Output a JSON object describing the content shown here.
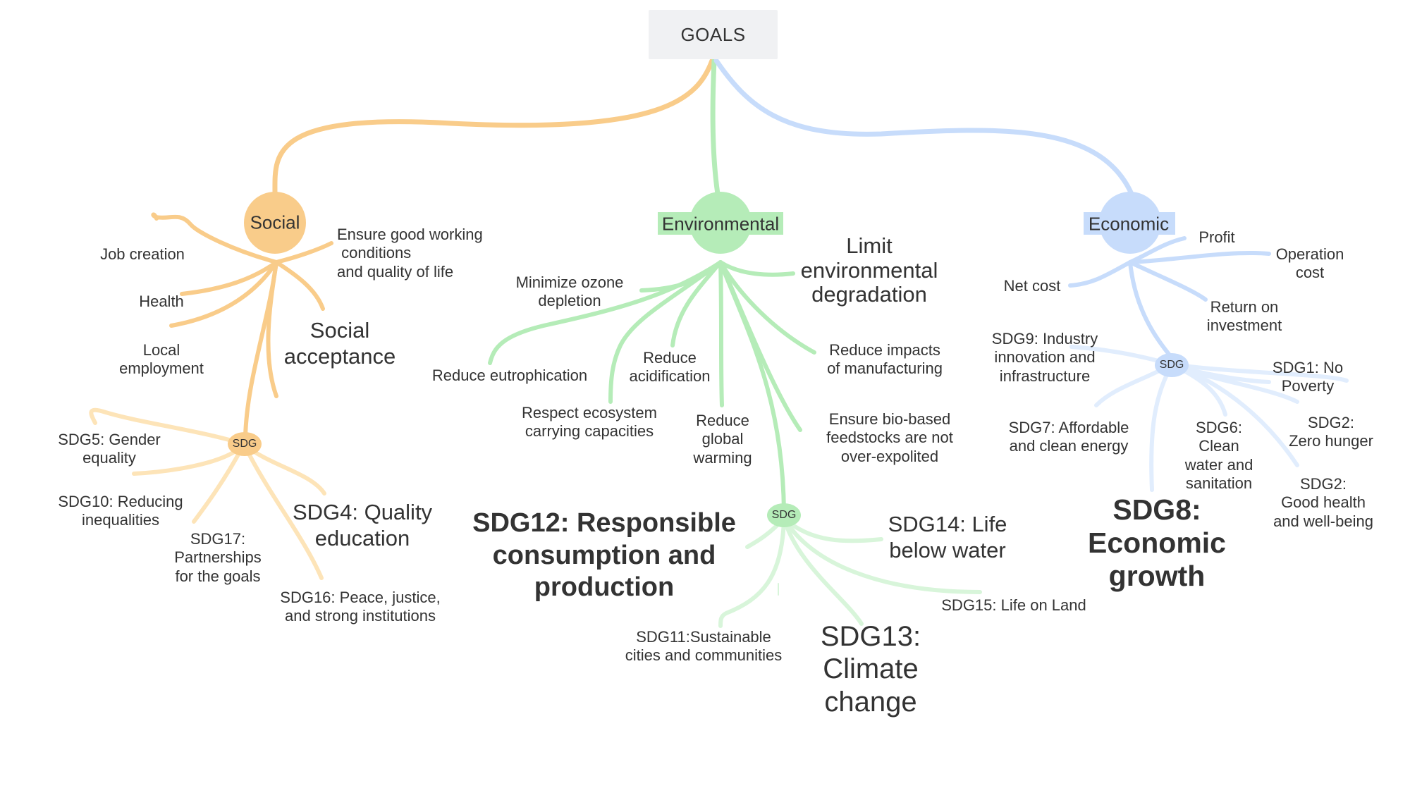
{
  "colors": {
    "social": "#f9cc8a",
    "social_light": "#fcdfae",
    "social_sdg_line": "#fde4b8",
    "environmental": "#b5ecb8",
    "environmental_light": "#d8f5da",
    "economic": "#c7dcfb",
    "economic_light": "#e1edfd",
    "root_box": "#f0f1f3",
    "text": "#333333"
  },
  "root": {
    "label": "GOALS"
  },
  "social": {
    "title": "Social",
    "sdg_node": "SDG",
    "goals": {
      "job_creation": "Job creation",
      "health": "Health",
      "local_employment": "Local\nemployment",
      "working_conditions": "Ensure good working\n conditions\nand quality of life",
      "social_acceptance": "Social\nacceptance"
    },
    "sdgs": {
      "sdg5": "SDG5: Gender\nequality",
      "sdg10": "SDG10: Reducing\ninequalities",
      "sdg17": "SDG17:\nPartnerships\nfor the goals",
      "sdg4": "SDG4: Quality\neducation",
      "sdg16": "SDG16: Peace, justice,\nand strong institutions"
    }
  },
  "environmental": {
    "title": "Environmental",
    "sdg_node": "SDG",
    "goals": {
      "ozone": "Minimize ozone\ndepletion",
      "eutrophication": "Reduce eutrophication",
      "ecosystem": "Respect ecosystem\ncarrying capacities",
      "acidification": "Reduce\nacidification",
      "global_warming": "Reduce\nglobal\nwarming",
      "limit_degradation": "Limit\nenvironmental\ndegradation",
      "manufacturing": "Reduce impacts\nof manufacturing",
      "biobased": "Ensure bio-based\nfeedstocks are not\nover-expolited"
    },
    "sdgs": {
      "sdg12": "SDG12: Responsible\nconsumption and\nproduction",
      "sdg14": "SDG14: Life\nbelow water",
      "sdg15": "SDG15: Life on Land",
      "sdg11": "SDG11:Sustainable\ncities and communities",
      "sdg13": "SDG13:\nClimate\nchange"
    }
  },
  "economic": {
    "title": "Economic",
    "sdg_node": "SDG",
    "goals": {
      "profit": "Profit",
      "operation_cost": "Operation\ncost",
      "net_cost": "Net cost",
      "roi": "Return on\ninvestment"
    },
    "sdgs": {
      "sdg9": "SDG9: Industry\ninnovation and\ninfrastructure",
      "sdg1": "SDG1: No\nPoverty",
      "sdg2_hunger": "SDG2:\nZero hunger",
      "sdg7": "SDG7: Affordable\nand clean energy",
      "sdg6": "SDG6:\nClean\nwater and\nsanitation",
      "sdg2_health": "SDG2:\nGood health\nand well-being",
      "sdg8": "SDG8:\nEconomic\ngrowth"
    }
  }
}
